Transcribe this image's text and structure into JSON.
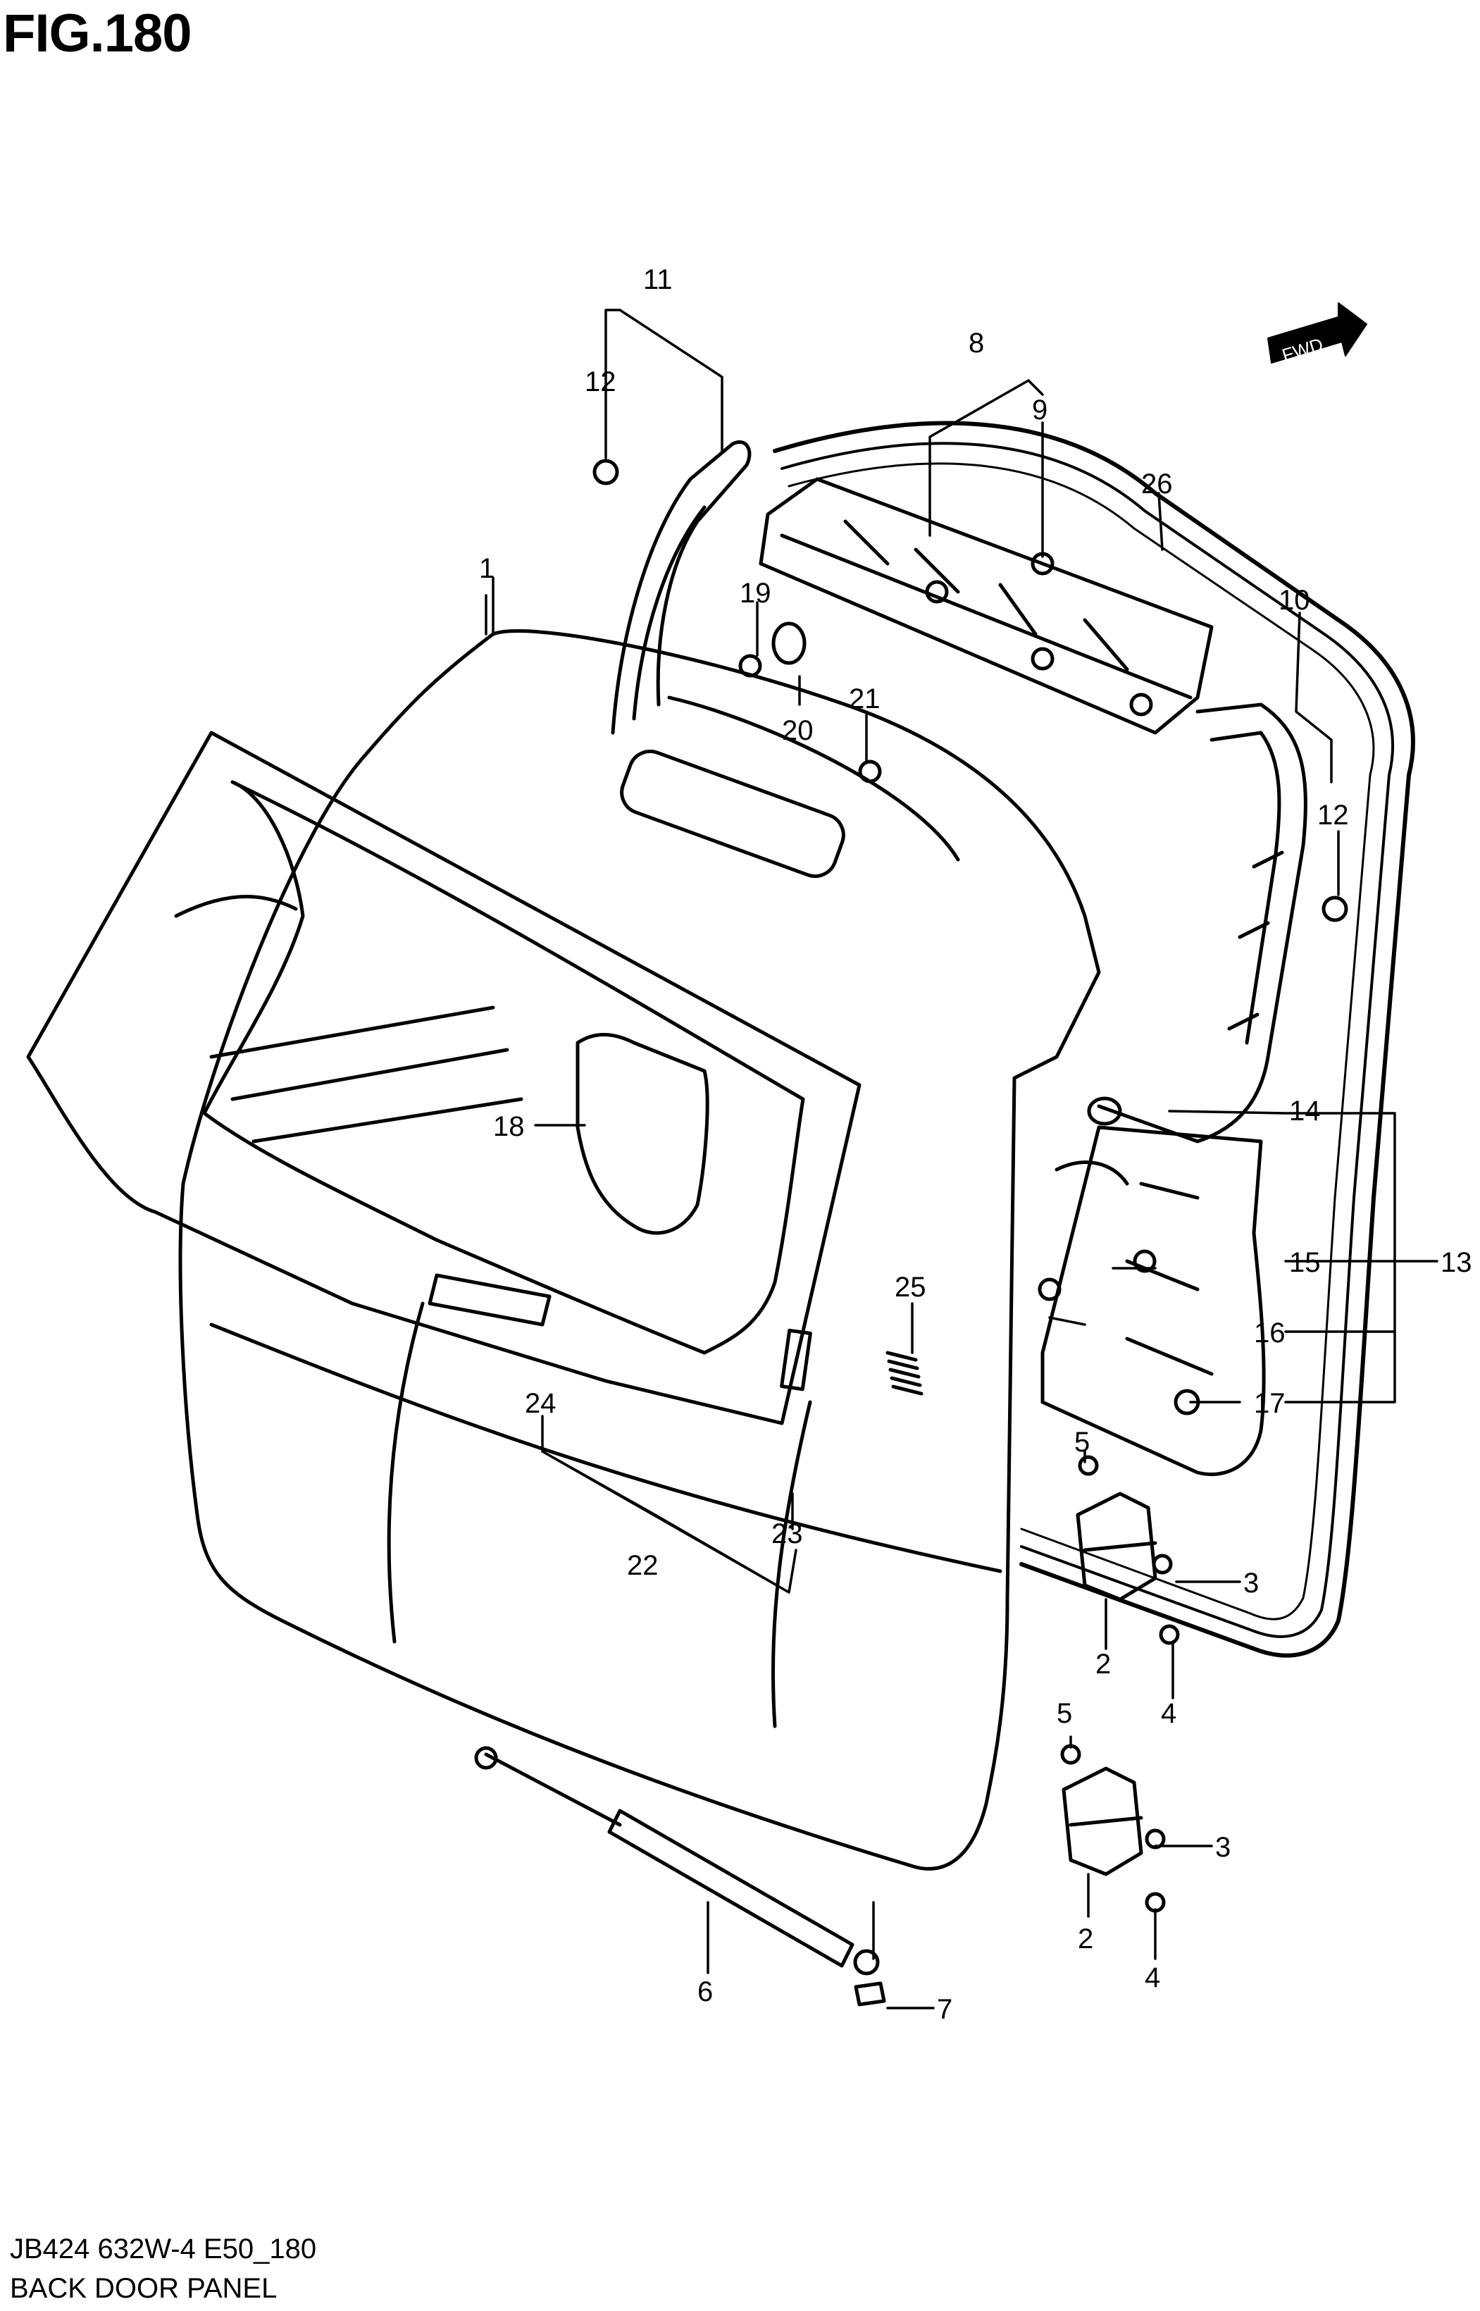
{
  "figure_label": "FIG.180",
  "footer": {
    "code": "JB424 632W-4 E50_180",
    "title": "BACK DOOR PANEL"
  },
  "direction_badge": "FWD",
  "callouts": [
    {
      "id": "1",
      "part": "back-door-panel"
    },
    {
      "id": "2",
      "part": "hinge"
    },
    {
      "id": "2",
      "part": "hinge"
    },
    {
      "id": "3",
      "part": "bolt"
    },
    {
      "id": "3",
      "part": "bolt"
    },
    {
      "id": "4",
      "part": "bolt"
    },
    {
      "id": "4",
      "part": "bolt"
    },
    {
      "id": "5",
      "part": "bolt"
    },
    {
      "id": "5",
      "part": "bolt"
    },
    {
      "id": "6",
      "part": "gas-stay"
    },
    {
      "id": "7",
      "part": "nut"
    },
    {
      "id": "8",
      "part": "upper-trim"
    },
    {
      "id": "9",
      "part": "clip"
    },
    {
      "id": "10",
      "part": "side-trim-right"
    },
    {
      "id": "11",
      "part": "side-trim-left"
    },
    {
      "id": "12",
      "part": "clip"
    },
    {
      "id": "12",
      "part": "clip"
    },
    {
      "id": "13",
      "part": "trim-assembly"
    },
    {
      "id": "14",
      "part": "grommet"
    },
    {
      "id": "15",
      "part": "clip"
    },
    {
      "id": "16",
      "part": "clip"
    },
    {
      "id": "17",
      "part": "clip"
    },
    {
      "id": "18",
      "part": "cover"
    },
    {
      "id": "19",
      "part": "clip"
    },
    {
      "id": "20",
      "part": "plug"
    },
    {
      "id": "21",
      "part": "plug"
    },
    {
      "id": "22",
      "part": "plug"
    },
    {
      "id": "23",
      "part": "seal"
    },
    {
      "id": "24",
      "part": "plug"
    },
    {
      "id": "25",
      "part": "spring"
    },
    {
      "id": "26",
      "part": "weatherstrip"
    }
  ]
}
